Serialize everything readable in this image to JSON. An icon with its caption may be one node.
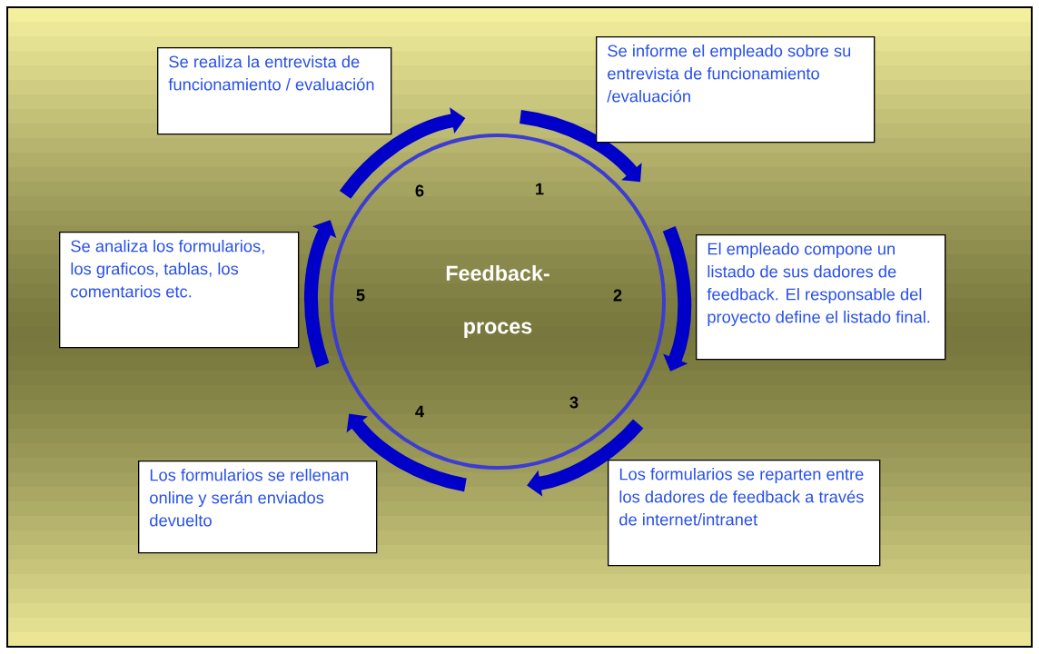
{
  "diagram": {
    "nodes": [
      {
        "text": [
          "Se realiza la entrevista de funcionamiento / evaluación"
        ]
      },
      {
        "text": [
          "Se informe el empleado sobre su entrevista de funcionamiento /evaluación"
        ]
      },
      {
        "text": [
          "Feedback- proces"
        ]
      },
      {
        "text": [
          "Se analiza los formularios, los graficos, tablas, los comentarios etc."
        ]
      },
      {
        "text": [
          "El empleado compone un listado de sus dadores de feedback. El responsable del proyecto define el listado final."
        ]
      },
      {
        "text": [
          "Los formularios se rellenan online y serán enviados devuelto"
        ]
      },
      {
        "text": [
          "Los formularios se reparten entre los dadores de feedback a través de internet/intranet"
        ]
      }
    ],
    "labels": [
      "6",
      "1",
      "5",
      "2",
      "4",
      "3"
    ]
  }
}
